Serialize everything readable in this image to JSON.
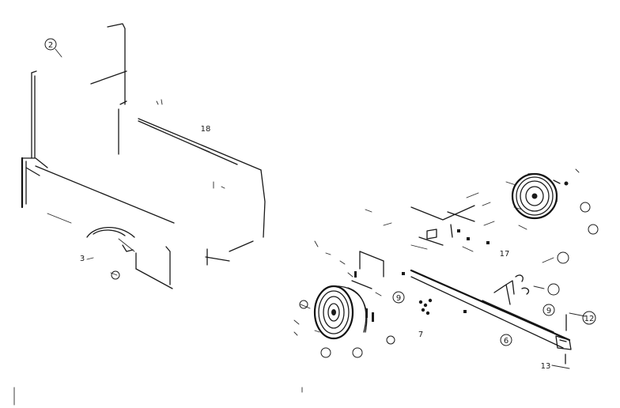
{
  "callouts": [
    {
      "key": "c2",
      "text": "2"
    },
    {
      "key": "c18",
      "text": "18"
    },
    {
      "key": "c3",
      "text": "3"
    },
    {
      "key": "c6",
      "text": "6"
    },
    {
      "key": "c9a",
      "text": "9"
    },
    {
      "key": "c9b",
      "text": "9"
    },
    {
      "key": "c12",
      "text": "12"
    },
    {
      "key": "c13",
      "text": "13"
    },
    {
      "key": "c17",
      "text": "17"
    },
    {
      "key": "c7",
      "text": "7"
    }
  ]
}
